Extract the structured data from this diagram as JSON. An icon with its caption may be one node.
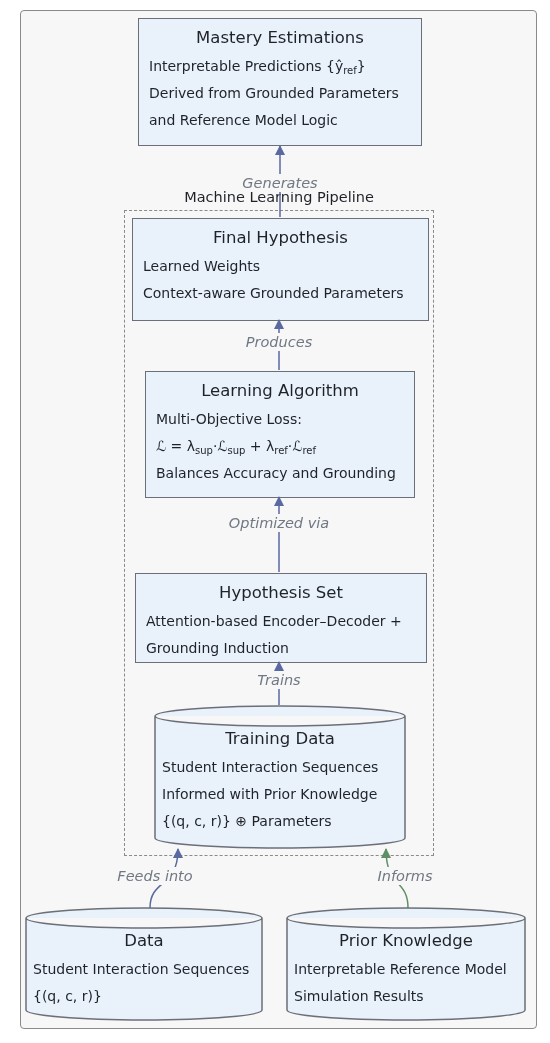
{
  "diagram": {
    "nodes": [
      {
        "text": [
          "Mastery Estimations",
          "Interpretable Predictions {ŷ$_{ref}$}",
          "Derived from Grounded Parameters and Reference Model Logic"
        ]
      },
      {
        "text": [
          "Machine Learning Pipeline"
        ]
      },
      {
        "text": [
          "Final Hypothesis",
          "Learned Weights",
          "Context-aware Grounded Parameters"
        ],
        "in": 1
      },
      {
        "text": [
          "Learning Algorithm",
          "Multi-Objective Loss:",
          "ℒ = λ$_{sup}$·ℒ$_{sup}$ + λ$_{ref}$·ℒ$_{ref}$",
          "Balances Accuracy and Grounding"
        ],
        "in": 1
      },
      {
        "text": [
          "Hypothesis Set",
          "Attention-based Encoder–Decoder + Grounding Induction"
        ],
        "in": 1
      },
      {
        "text": [
          "Training Data",
          "Student Interaction Sequences",
          "Informed with Prior Knowledge",
          "{(q, c, r)} ⊕ Parameters"
        ],
        "in": 1
      },
      {
        "text": [
          "Data",
          "Student Interaction Sequences",
          "{(q, c, r)}"
        ]
      },
      {
        "text": [
          "Prior Knowledge",
          "Interpretable Reference Model",
          "Simulation Results"
        ]
      }
    ],
    "edges": [
      {
        "from": 2,
        "to": 0,
        "arrow": "to",
        "label": "Generates"
      },
      {
        "from": 3,
        "to": 2,
        "arrow": "to",
        "label": "Produces"
      },
      {
        "from": 4,
        "to": 3,
        "arrow": "to",
        "label": "Optimized via"
      },
      {
        "from": 5,
        "to": 4,
        "arrow": "to",
        "label": "Trains"
      },
      {
        "from": 6,
        "to": 5,
        "arrow": "to",
        "label": "Feeds into"
      },
      {
        "from": 7,
        "to": 5,
        "arrow": "to",
        "label": "Informs",
        "color": "#5f8f65"
      }
    ]
  }
}
